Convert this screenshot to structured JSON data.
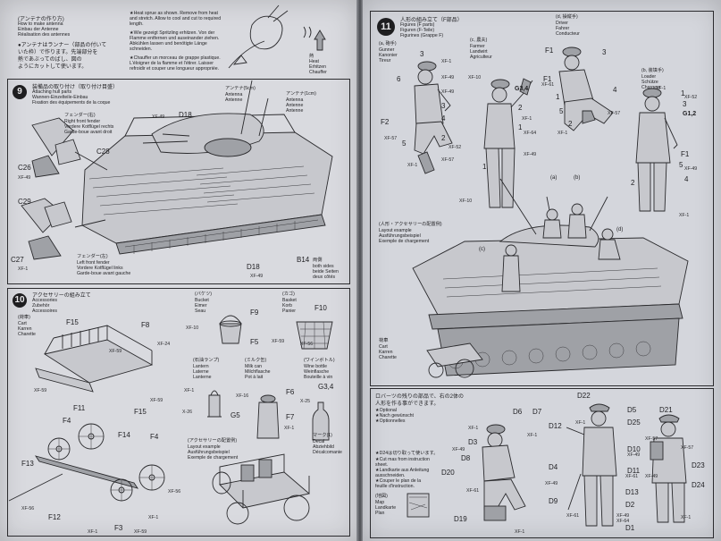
{
  "antenna": {
    "title_jp": "(アンテナの作り方)",
    "lines_en": [
      "How to make antenna",
      "Einbau der Antenne",
      "Réalisation des antennes"
    ],
    "jp_lines": [
      "●アンテナはランナー（部品の付いて",
      "いた枠）で作ります。先端部分を",
      "熱であぶってのばし、図の",
      "ようにカットして使います。"
    ],
    "notes": [
      "★Heat sprue as shown. Remove from heat",
      "and stretch. Allow to cool and cut to required",
      "length.",
      "★Wie gezeigt Spritzling erhitzen. Von der",
      "Flamme entfernen und auseinander ziehen.",
      "Abkühlen lassen und benötigte Länge",
      "schneiden.",
      "★Chauffer un morceau de grappe plastique.",
      "L'éloigner de la flamme et l'étirer. Laisser",
      "refroidir et couper une longueur appropriée."
    ],
    "heat_legend": [
      "熱",
      "Heat",
      "Erhitzen",
      "Chauffer"
    ]
  },
  "step9": {
    "number": "9",
    "title_jp": "装備品の取り付け（取り付け目盛）",
    "title_en": [
      "Attaching hull parts",
      "Wannen-Einzelteile-Einbau",
      "Fixation des équipements de la coque"
    ],
    "right_fender": [
      "フェンダー(右)",
      "Right front fender",
      "Vordere Kotflügel rechts",
      "Garde-boue avant droit"
    ],
    "left_fender": [
      "フェンダー(左)",
      "Left front fender",
      "Vordere Kotflügel links",
      "Garde-boue avant gauche"
    ],
    "antenna_label_1": [
      "アンテナ(5cm)",
      "Antenna",
      "Antenne"
    ],
    "antenna_label_2": [
      "アンテナ(1cm)",
      "Antenna",
      "Antenne",
      "Antenne"
    ],
    "both_sides": [
      "両側",
      "both sides",
      "beide Seiten",
      "deux côtés"
    ],
    "parts": [
      "D18",
      "C28",
      "C26",
      "C29",
      "C27",
      "D18",
      "B14"
    ],
    "xf": [
      "XF-49",
      "XF-1",
      "XF-49",
      "XF-49"
    ]
  },
  "step10": {
    "number": "10",
    "title_jp": "アクセサリーの組み立て",
    "title_en": [
      "Accessories",
      "Zubehör",
      "Accessoires"
    ],
    "cart": [
      "(荷車)",
      "Cart",
      "Karren",
      "Charette"
    ],
    "bucket": [
      "(バケツ)",
      "Bucket",
      "Eimer",
      "Seau"
    ],
    "basket": [
      "(カゴ)",
      "Basket",
      "Korb",
      "Panier"
    ],
    "lantern": [
      "(石油ランプ)",
      "Lantern",
      "Laterne",
      "Lanterne"
    ],
    "milkcan": [
      "(ミルク缶)",
      "Milk can",
      "Milchflasche",
      "Pot à lait"
    ],
    "wine": [
      "(ワインボトル)",
      "Wine bottle",
      "Weinflasche",
      "Bouteille à vin"
    ],
    "decal": [
      "マーク(1)",
      "Decal",
      "Abziehbild",
      "Décalcomanie"
    ],
    "layout": [
      "(アクセサリーの配置例)",
      "Layout example",
      "Ausführungsbeispiel",
      "Exemple de chargement"
    ],
    "parts": [
      "F15",
      "F8",
      "F11",
      "F15",
      "F4",
      "F14",
      "F13",
      "F12",
      "F3",
      "F4",
      "F10",
      "F9",
      "F5",
      "F6",
      "F7",
      "G5",
      "G3,4"
    ],
    "xf": [
      "XF-24",
      "XF-59",
      "XF-59",
      "XF-59",
      "XF-1",
      "XF-56",
      "XF-56",
      "XF-1",
      "XF-59",
      "XF-10",
      "XF-59",
      "XF-16",
      "X-25",
      "X-26",
      "XF-1",
      "XF-1",
      "XF-56"
    ]
  },
  "step11": {
    "number": "11",
    "title_jp": "人形の組み立て（F部品）",
    "title_en": [
      "Figures (F parts)",
      "Figuren (F-Teile)",
      "Figurines (Grappe F)"
    ],
    "gunner": [
      "(a, 砲手)",
      "Gunner",
      "Kanonier",
      "Tireur"
    ],
    "farmer": [
      "(c, 農夫)",
      "Farmer",
      "Landwirt",
      "Agriculteur"
    ],
    "driver": [
      "(d, 操縦手)",
      "Driver",
      "Fahrer",
      "Conducteur"
    ],
    "loader": [
      "(b, 装填手)",
      "Loader",
      "Schütze",
      "Chargeur"
    ],
    "layout": [
      "(人形・アクセサリーの配置例)",
      "Layout example",
      "Ausführungsbeispiel",
      "Exemple de chargement"
    ],
    "cart": [
      "荷車",
      "Cart",
      "Karren",
      "Charette"
    ],
    "callouts": [
      "(a)",
      "(b)",
      "(c)",
      "(d)"
    ],
    "parts": [
      "3",
      "6",
      "3",
      "4",
      "5",
      "2",
      "F2",
      "1",
      "G3,4",
      "2",
      "1",
      "F1",
      "F1",
      "3",
      "4",
      "5",
      "1",
      "2",
      "1",
      "3",
      "G1,2",
      "F1",
      "5",
      "4",
      "2"
    ],
    "xf": [
      "XF-1",
      "XF-49",
      "XF-49",
      "XF-1",
      "XF-57",
      "XF-52",
      "XF-57",
      "XF-10",
      "XF-1",
      "XF-64",
      "XF-49",
      "XF-10",
      "XF-61",
      "XF-1",
      "XF-57",
      "XF-1",
      "XF-52",
      "XF-49",
      "XF-1"
    ]
  },
  "step12": {
    "note_jp": [
      "ロバーツの残りの部品で、右の2体の",
      "人形を作る事ができます。"
    ],
    "optional": [
      "★Optional",
      "★Nach gewünscht",
      "★Optionnelles"
    ],
    "cut": [
      "★D24は切り取って使います。",
      "★Cut mas from instruction",
      "sheet.",
      "★Landkarte aus Anleitung",
      "ausschneiden.",
      "★Couper le plan de la",
      "feuille d'instruction."
    ],
    "map": [
      "(地図)",
      "Map",
      "Landkarte",
      "Plan"
    ],
    "parts": [
      "XF-1",
      "D6",
      "D7",
      "D3",
      "D12",
      "D8",
      "D20",
      "D4",
      "D9",
      "D19",
      "D22",
      "D5",
      "D25",
      "D10",
      "D11",
      "D13",
      "D2",
      "D1",
      "D21",
      "D23",
      "D24"
    ],
    "xf": [
      "XF-1",
      "XF-49",
      "XF-61",
      "XF-49",
      "XF-61",
      "XF-1",
      "XF-1",
      "XF-49",
      "XF-61",
      "XF-49",
      "XF-64",
      "XF-57",
      "XF-1",
      "XF-57",
      "XF-49"
    ]
  }
}
